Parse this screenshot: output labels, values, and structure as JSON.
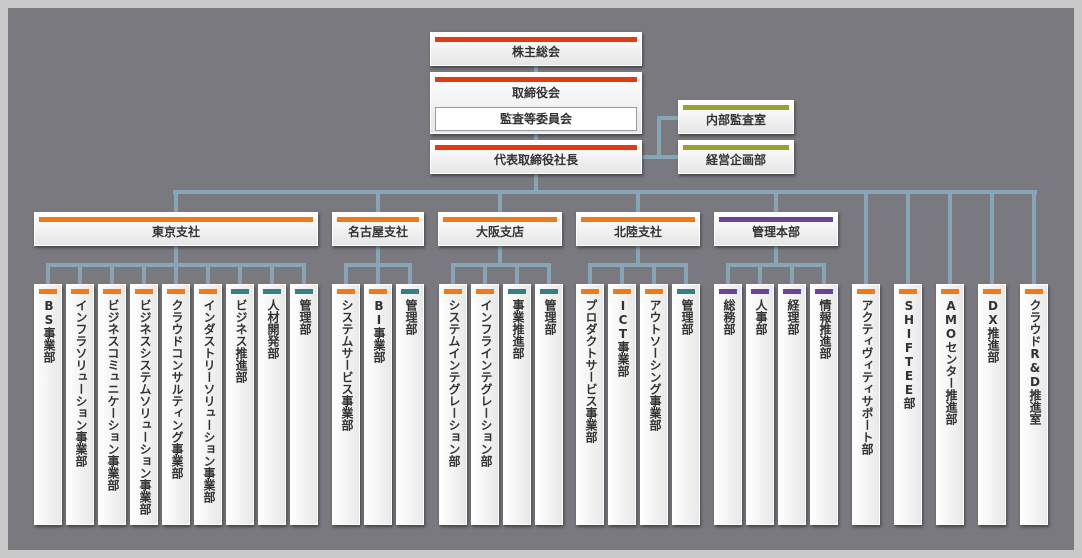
{
  "colors": {
    "red": "#e23a12",
    "orange": "#f07a1a",
    "teal": "#3a7d8a",
    "purple": "#6e4390",
    "olive": "#9aa034",
    "line": "#86a6b6"
  },
  "top": {
    "shareholders": "株主総会",
    "board": "取締役会",
    "audit_committee": "監査等委員会",
    "president": "代表取締役社長",
    "internal_audit": "内部監査室",
    "corporate_planning": "経営企画部"
  },
  "branches": [
    {
      "name": "東京支社",
      "departments": [
        {
          "label": "BS事業部",
          "color": "orange"
        },
        {
          "label": "インフラソリューション事業部",
          "color": "orange"
        },
        {
          "label": "ビジネスコミュニケーション事業部",
          "color": "orange"
        },
        {
          "label": "ビジネスシステムソリューション事業部",
          "color": "orange"
        },
        {
          "label": "クラウドコンサルティング事業部",
          "color": "orange"
        },
        {
          "label": "インダストリーソリューション事業部",
          "color": "orange"
        },
        {
          "label": "ビジネス推進部",
          "color": "teal"
        },
        {
          "label": "人材開発部",
          "color": "teal"
        },
        {
          "label": "管理部",
          "color": "teal"
        }
      ]
    },
    {
      "name": "名古屋支社",
      "departments": [
        {
          "label": "システムサービス事業部",
          "color": "orange"
        },
        {
          "label": "BI事業部",
          "color": "orange"
        },
        {
          "label": "管理部",
          "color": "teal"
        }
      ]
    },
    {
      "name": "大阪支店",
      "departments": [
        {
          "label": "システムインテグレーション部",
          "color": "orange"
        },
        {
          "label": "インフラインテグレーション部",
          "color": "orange"
        },
        {
          "label": "事業推進部",
          "color": "teal"
        },
        {
          "label": "管理部",
          "color": "teal"
        }
      ]
    },
    {
      "name": "北陸支社",
      "departments": [
        {
          "label": "プロダクトサービス事業部",
          "color": "orange"
        },
        {
          "label": "ICT事業部",
          "color": "orange"
        },
        {
          "label": "アウトソーシング事業部",
          "color": "orange"
        },
        {
          "label": "管理部",
          "color": "teal"
        }
      ]
    },
    {
      "name": "管理本部",
      "departments": [
        {
          "label": "総務部",
          "color": "purple"
        },
        {
          "label": "人事部",
          "color": "purple"
        },
        {
          "label": "経理部",
          "color": "purple"
        },
        {
          "label": "情報推進部",
          "color": "purple"
        }
      ]
    }
  ],
  "standalone": [
    {
      "label": "アクティヴィティサポート部",
      "color": "orange"
    },
    {
      "label": "SHIFTEE部",
      "color": "orange"
    },
    {
      "label": "AMOセンター推進部",
      "color": "orange"
    },
    {
      "label": "DX推進部",
      "color": "orange"
    },
    {
      "label": "クラウドR&D推進室",
      "color": "orange"
    }
  ]
}
